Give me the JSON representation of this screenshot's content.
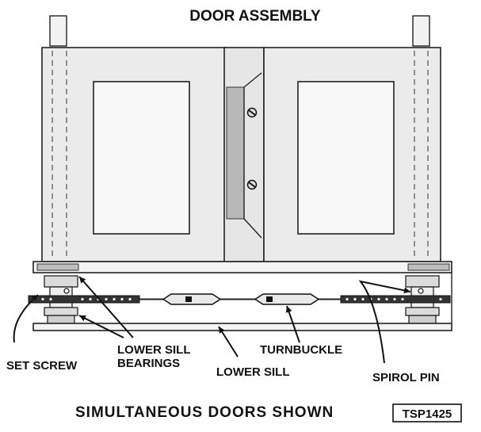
{
  "title": "DOOR ASSEMBLY",
  "labels": {
    "set_screw": "SET SCREW",
    "lower_sill_bearings_1": "LOWER SILL",
    "lower_sill_bearings_2": "BEARINGS",
    "lower_sill": "LOWER SILL",
    "turnbuckle": "TURNBUCKLE",
    "spirol_pin": "SPIROL PIN"
  },
  "footer": {
    "caption": "SIMULTANEOUS DOORS SHOWN",
    "code": "TSP1425"
  }
}
